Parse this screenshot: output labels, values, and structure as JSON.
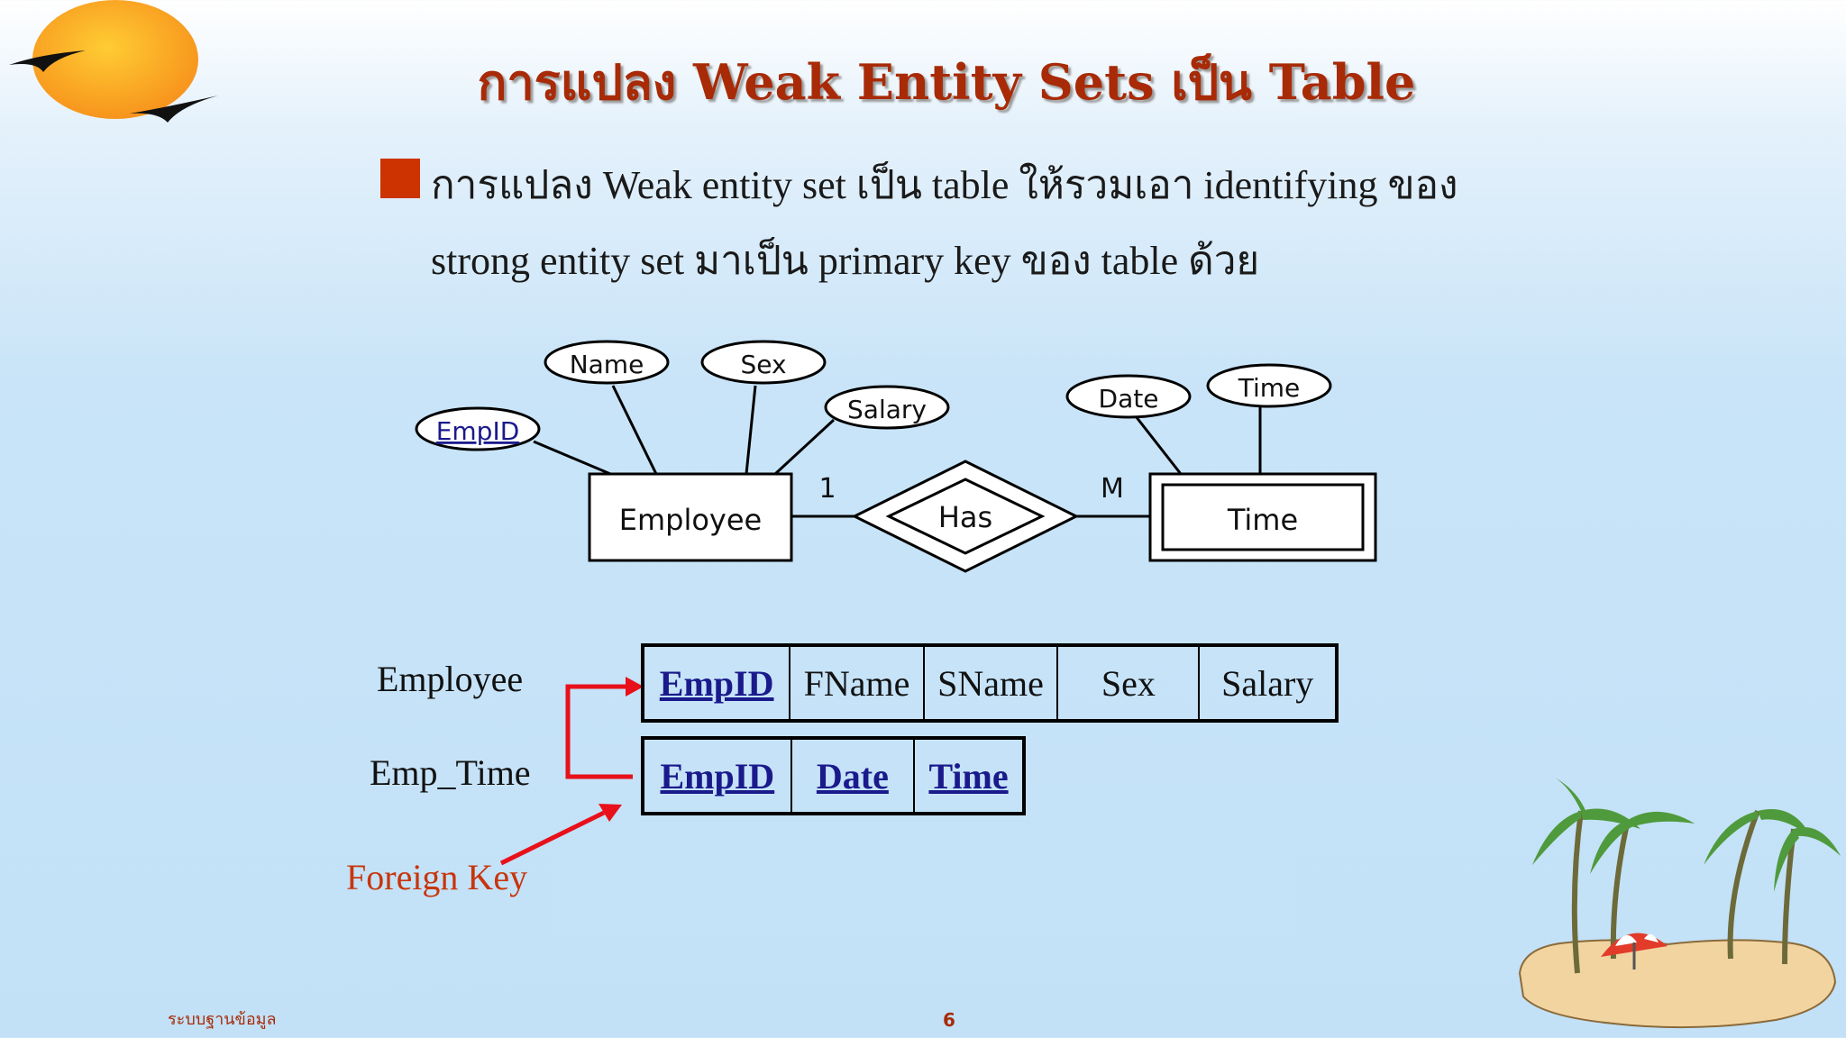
{
  "slide": {
    "title": "การแปลง Weak Entity Sets เป็น Table",
    "bullet_line1": "การแปลง Weak entity set เป็น table ให้รวมเอา identifying ของ",
    "bullet_line2": "strong entity set มาเป็น primary key ของ table ด้วย",
    "footer_text": "ระบบฐานข้อมูล",
    "page_number": "6"
  },
  "er_diagram": {
    "entities": {
      "employee": "Employee",
      "time": "Time"
    },
    "relationship": "Has",
    "attributes": {
      "empid": "EmpID",
      "name": "Name",
      "sex": "Sex",
      "salary": "Salary",
      "date": "Date",
      "time": "Time"
    },
    "cardinality": {
      "employee_side": "1",
      "time_side": "M"
    }
  },
  "relations": {
    "employee": {
      "label": "Employee",
      "columns": [
        "EmpID",
        "FName",
        "SName",
        "Sex",
        "Salary"
      ]
    },
    "emp_time": {
      "label": "Emp_Time",
      "columns": [
        "EmpID",
        "Date",
        "Time"
      ]
    }
  },
  "annotation": {
    "foreign_key": "Foreign Key"
  },
  "colors": {
    "title": "#a82a06",
    "bullet": "#cc3300",
    "key": "#1a1a8c",
    "arrow": "#e8101a",
    "foreign_key_label": "#c8350c"
  }
}
